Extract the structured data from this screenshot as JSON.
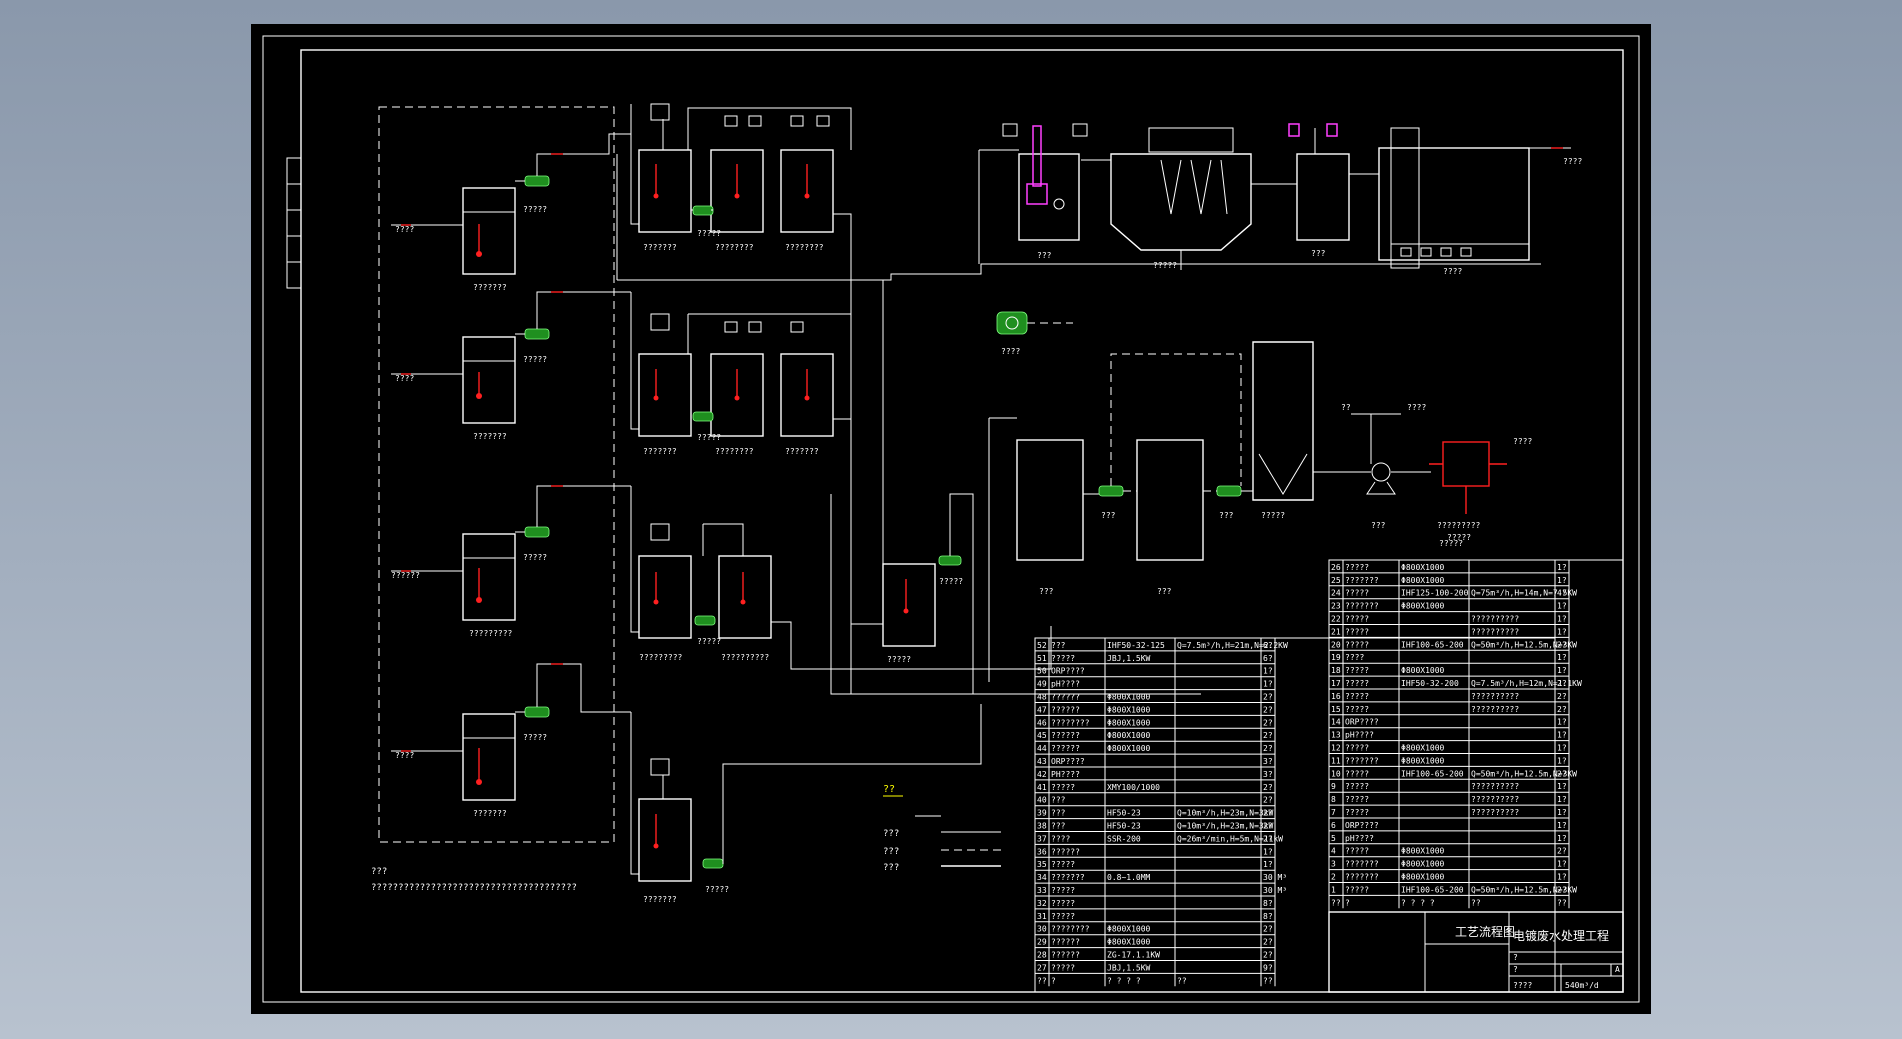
{
  "drawing": {
    "main_title": "工艺流程图",
    "project_title": "电镀废水处理工程",
    "capacity": "540m³/d",
    "bottom_note_head": "???",
    "bottom_note_body": "??????????????????????????????????????"
  },
  "colors": {
    "sheet": "#000000",
    "line": "#ffffff",
    "flow": "#ff2020",
    "pump": "#1f8f1f",
    "accent": "#ff40ff",
    "legend": "#ffff00"
  },
  "tanks": {
    "collect1": "???????",
    "collect2": "???????",
    "collect3": "?????????",
    "collect4": "???????",
    "t1a": "???????",
    "t1b": "????????",
    "t1c": "????????",
    "t2a": "???????",
    "t2b": "????????",
    "t2c": "???????",
    "t3a": "?????????",
    "t3b": "??????????",
    "t4a": "???????",
    "mix": "?????",
    "react": "???",
    "clar": "?????",
    "neut": "???",
    "filt": "????",
    "mid1": "???",
    "mid2": "???",
    "sand": "?????",
    "filterpress": "?????????",
    "blower": "????"
  },
  "pumps": {
    "p1": "?????",
    "p2": "?????",
    "p3": "?????",
    "p4": "?????",
    "p5": "?????",
    "p6": "?????",
    "p7": "?????",
    "p8": "?????",
    "p9": "?????",
    "p10": "???",
    "p11": "???",
    "p12": "???"
  },
  "inflow": {
    "i1": "????",
    "i2": "????",
    "i3": "??????",
    "i4": "????"
  },
  "labels": {
    "out1": "????",
    "out2": "????",
    "out3": "??",
    "out4": "????",
    "sludge": "?????",
    "press_sub": "?????"
  },
  "legend": {
    "head": "??",
    "a": "???",
    "b": "???",
    "c": "???"
  },
  "bom_left": {
    "rows": [
      [
        "52",
        "???",
        "IHF50-32-125",
        "Q=7.5m³/h,H=21m,N=2.2KW",
        "6?"
      ],
      [
        "51",
        "?????",
        "JBJ,1.5KW",
        "",
        "6?"
      ],
      [
        "50",
        "ORP????",
        "",
        "",
        "1?"
      ],
      [
        "49",
        "pH????",
        "",
        "",
        "1?"
      ],
      [
        "48",
        "??????",
        "Φ800X1000",
        "",
        "2?"
      ],
      [
        "47",
        "??????",
        "Φ800X1000",
        "",
        "2?"
      ],
      [
        "46",
        "????????",
        "Φ800X1000",
        "",
        "2?"
      ],
      [
        "45",
        "??????",
        "Φ800X1000",
        "",
        "2?"
      ],
      [
        "44",
        "??????",
        "Φ800X1000",
        "",
        "2?"
      ],
      [
        "43",
        "ORP????",
        "",
        "",
        "3?"
      ],
      [
        "42",
        "PH????",
        "",
        "",
        "3?"
      ],
      [
        "41",
        "?????",
        "XMY100/1000",
        "",
        "2?"
      ],
      [
        "40",
        "???",
        "",
        "",
        "2?"
      ],
      [
        "39",
        "???",
        "HF50-23",
        "Q=10m³/h,H=23m,N=3kW",
        "2?"
      ],
      [
        "38",
        "???",
        "HF50-23",
        "Q=10m³/h,H=23m,N=3kW",
        "2?"
      ],
      [
        "37",
        "????",
        "SSR-200",
        "Q=26m³/min,H=5m,N=11kW",
        "2?"
      ],
      [
        "36",
        "??????",
        "",
        "",
        "1?"
      ],
      [
        "35",
        "?????",
        "",
        "",
        "1?"
      ],
      [
        "34",
        "???????",
        "0.8~1.0MM",
        "",
        "30.M³"
      ],
      [
        "33",
        "?????",
        "",
        "",
        "30.M³"
      ],
      [
        "32",
        "?????",
        "",
        "",
        "8?"
      ],
      [
        "31",
        "?????",
        "",
        "",
        "8?"
      ],
      [
        "30",
        "????????",
        "Φ800X1000",
        "",
        "2?"
      ],
      [
        "29",
        "??????",
        "Φ800X1000",
        "",
        "2?"
      ],
      [
        "28",
        "??????",
        "ZG-17.1.1KW",
        "",
        "2?"
      ],
      [
        "27",
        "?????",
        "JBJ,1.5KW",
        "",
        "9?"
      ]
    ],
    "footer": [
      "??",
      "?",
      "? ? ? ?",
      "??",
      "??"
    ]
  },
  "bom_right": {
    "rows": [
      [
        "26",
        "?????",
        "Φ800X1000",
        "",
        "1?"
      ],
      [
        "25",
        "???????",
        "Φ800X1000",
        "",
        "1?"
      ],
      [
        "24",
        "?????",
        "IHF125-100-200",
        "Q=75m³/h,H=14m,N=7.5KW",
        "4?"
      ],
      [
        "23",
        "???????",
        "Φ800X1000",
        "",
        "1?"
      ],
      [
        "22",
        "?????",
        "",
        "??????????",
        "1?"
      ],
      [
        "21",
        "?????",
        "",
        "??????????",
        "1?"
      ],
      [
        "20",
        "?????",
        "IHF100-65-200",
        "Q=50m³/h,H=12.5m,N=3KW",
        "2?"
      ],
      [
        "19",
        "????",
        "",
        "",
        "1?"
      ],
      [
        "18",
        "?????",
        "Φ800X1000",
        "",
        "1?"
      ],
      [
        "17",
        "?????",
        "IHF50-32-200",
        "Q=7.5m³/h,H=12m,N=1.1KW",
        "2?"
      ],
      [
        "16",
        "?????",
        "",
        "??????????",
        "2?"
      ],
      [
        "15",
        "?????",
        "",
        "??????????",
        "2?"
      ],
      [
        "14",
        "ORP????",
        "",
        "",
        "1?"
      ],
      [
        "13",
        "pH????",
        "",
        "",
        "1?"
      ],
      [
        "12",
        "?????",
        "Φ800X1000",
        "",
        "1?"
      ],
      [
        "11",
        "???????",
        "Φ800X1000",
        "",
        "1?"
      ],
      [
        "10",
        "?????",
        "IHF100-65-200",
        "Q=50m³/h,H=12.5m,N=3KW",
        "2?"
      ],
      [
        "9",
        "?????",
        "",
        "??????????",
        "1?"
      ],
      [
        "8",
        "?????",
        "",
        "??????????",
        "1?"
      ],
      [
        "7",
        "?????",
        "",
        "??????????",
        "1?"
      ],
      [
        "6",
        "ORP????",
        "",
        "",
        "1?"
      ],
      [
        "5",
        "pH????",
        "",
        "",
        "1?"
      ],
      [
        "4",
        "?????",
        "Φ800X1000",
        "",
        "2?"
      ],
      [
        "3",
        "???????",
        "Φ800X1000",
        "",
        "1?"
      ],
      [
        "2",
        "???????",
        "Φ800X1000",
        "",
        "1?"
      ],
      [
        "1",
        "?????",
        "IHF100-65-200",
        "Q=50m³/h,H=12.5m,N=3KW",
        "2?"
      ]
    ],
    "footer": [
      "??",
      "?",
      "? ? ? ?",
      "??",
      "??"
    ]
  },
  "title_block": {
    "ver_a": "?",
    "ver_b": "?",
    "ver_c": "A",
    "scale": "????"
  }
}
